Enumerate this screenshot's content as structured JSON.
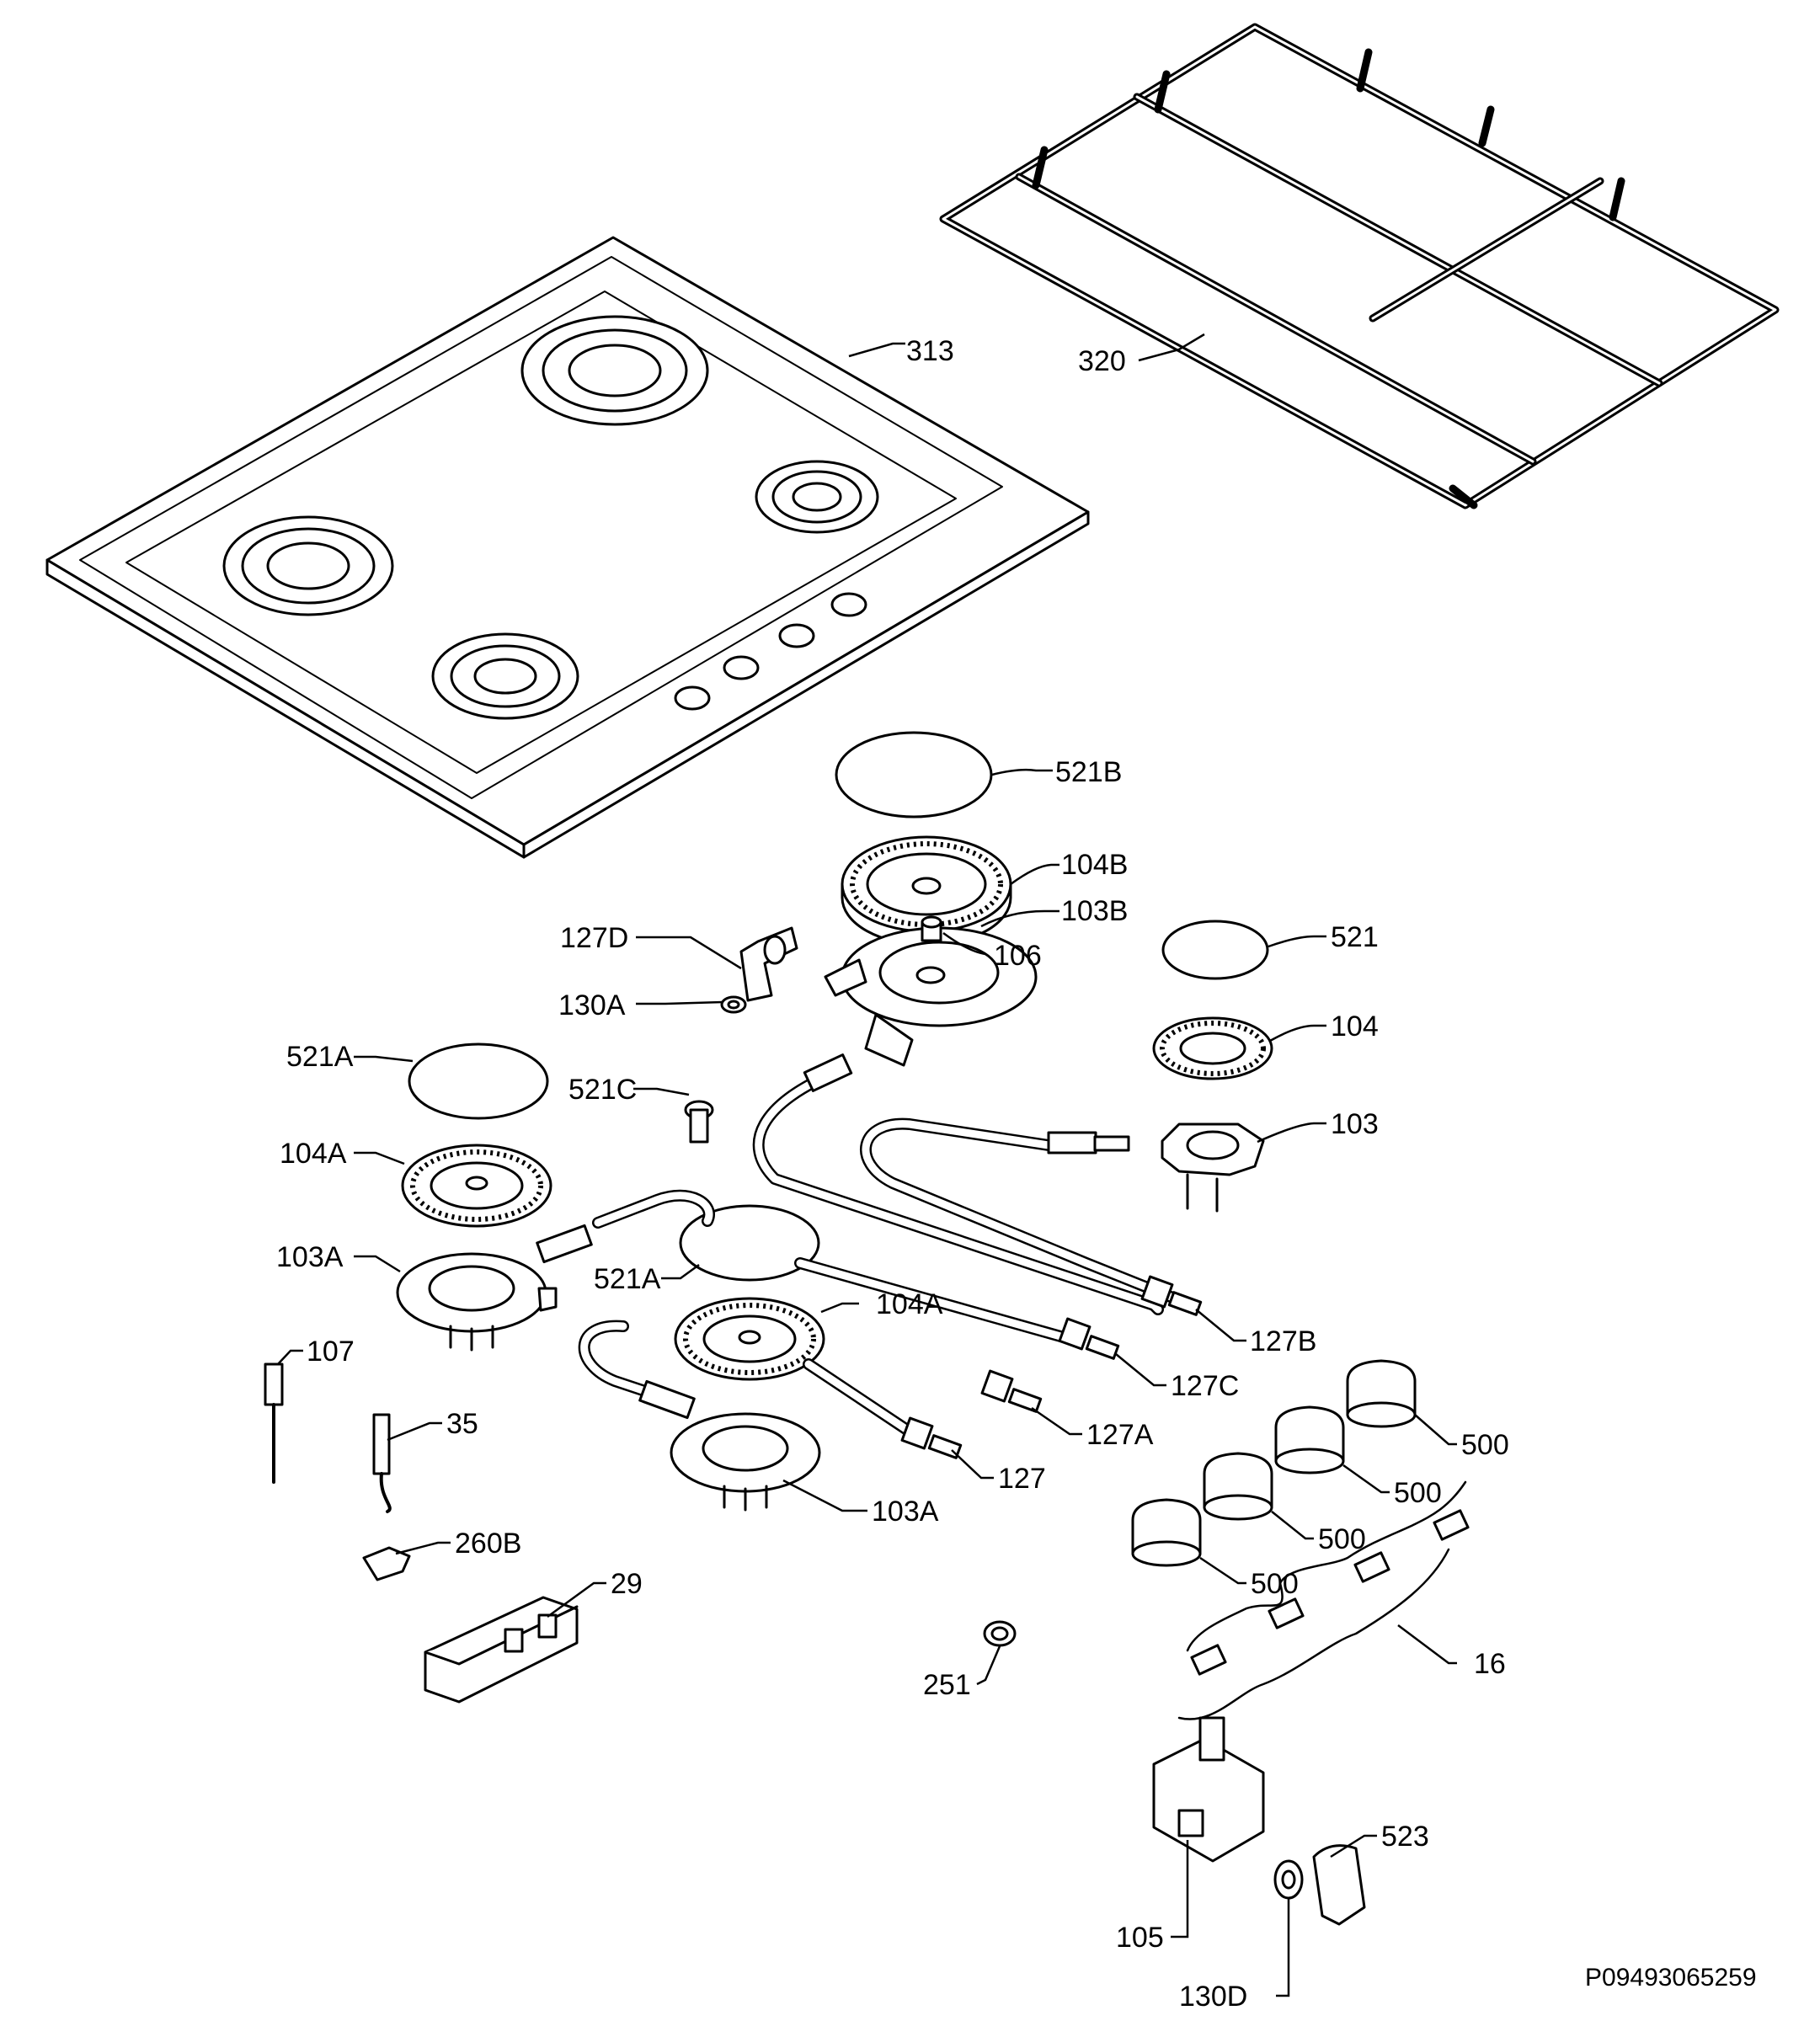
{
  "labels": {
    "p313": "313",
    "p320": "320",
    "p521B": "521B",
    "p104B": "104B",
    "p103B": "103B",
    "p106": "106",
    "p127D": "127D",
    "p130A": "130A",
    "p521": "521",
    "p104": "104",
    "p103": "103",
    "p521A_1": "521A",
    "p521C": "521C",
    "p104A_1": "104A",
    "p103A_1": "103A",
    "p521A_2": "521A",
    "p104A_2": "104A",
    "p127B": "127B",
    "p127C": "127C",
    "p127A": "127A",
    "p127": "127",
    "p103A_2": "103A",
    "p107": "107",
    "p35": "35",
    "p260B": "260B",
    "p29": "29",
    "p251": "251",
    "p500_1": "500",
    "p500_2": "500",
    "p500_3": "500",
    "p500_4": "500",
    "p16": "16",
    "p105": "105",
    "p523": "523",
    "p130D": "130D"
  },
  "diagram_code": "P09493065259"
}
